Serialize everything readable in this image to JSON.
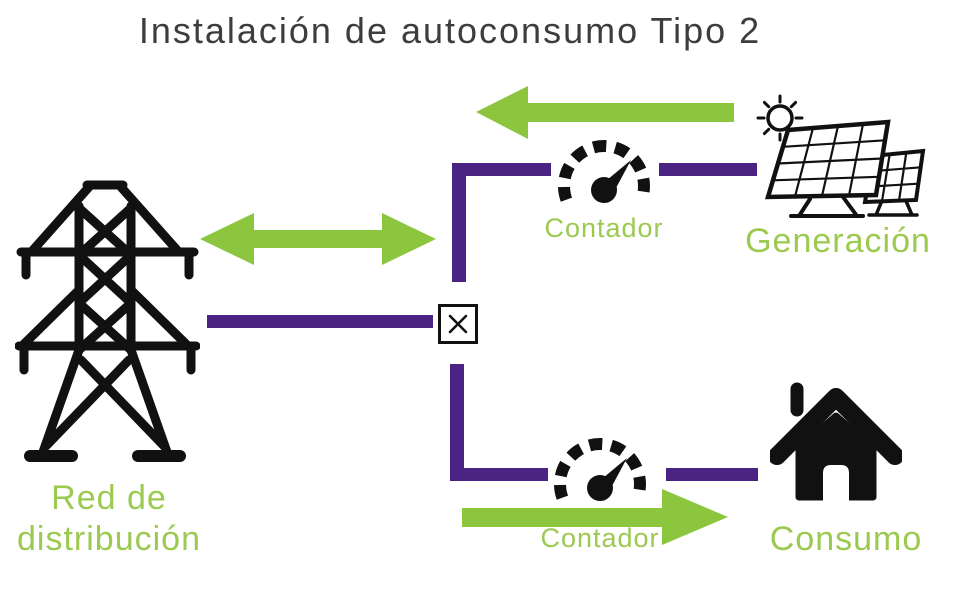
{
  "title": "Instalación de autoconsumo Tipo 2",
  "colors": {
    "green": "#8cc63f",
    "text-green": "#9cc94f",
    "purple": "#4a2383",
    "ink": "#111111",
    "title": "#3d3d3d"
  },
  "nodes": {
    "grid": {
      "label_line1": "Red de",
      "label_line2": "distribución",
      "icon": "transmission-tower"
    },
    "generation": {
      "label": "Generación",
      "icon": "solar-panels-with-sun"
    },
    "consumption": {
      "label": "Consumo",
      "icon": "house"
    },
    "meter_generation": {
      "label": "Contador",
      "icon": "gauge-meter"
    },
    "meter_consumption": {
      "label": "Contador",
      "icon": "gauge-meter"
    },
    "junction": {
      "icon": "x-switch-box"
    }
  },
  "flows": {
    "generation_to_junction": "arrow-left",
    "grid_exchange": "arrow-double-horizontal",
    "junction_to_consumption": "arrow-right"
  }
}
